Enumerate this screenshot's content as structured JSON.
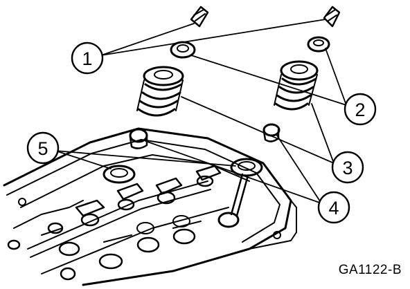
{
  "diagram": {
    "callouts": [
      {
        "id": "callout-1",
        "label": "1"
      },
      {
        "id": "callout-2",
        "label": "2"
      },
      {
        "id": "callout-3",
        "label": "3"
      },
      {
        "id": "callout-4",
        "label": "4"
      },
      {
        "id": "callout-5",
        "label": "5"
      }
    ],
    "figure_code": "GA1122-B"
  }
}
